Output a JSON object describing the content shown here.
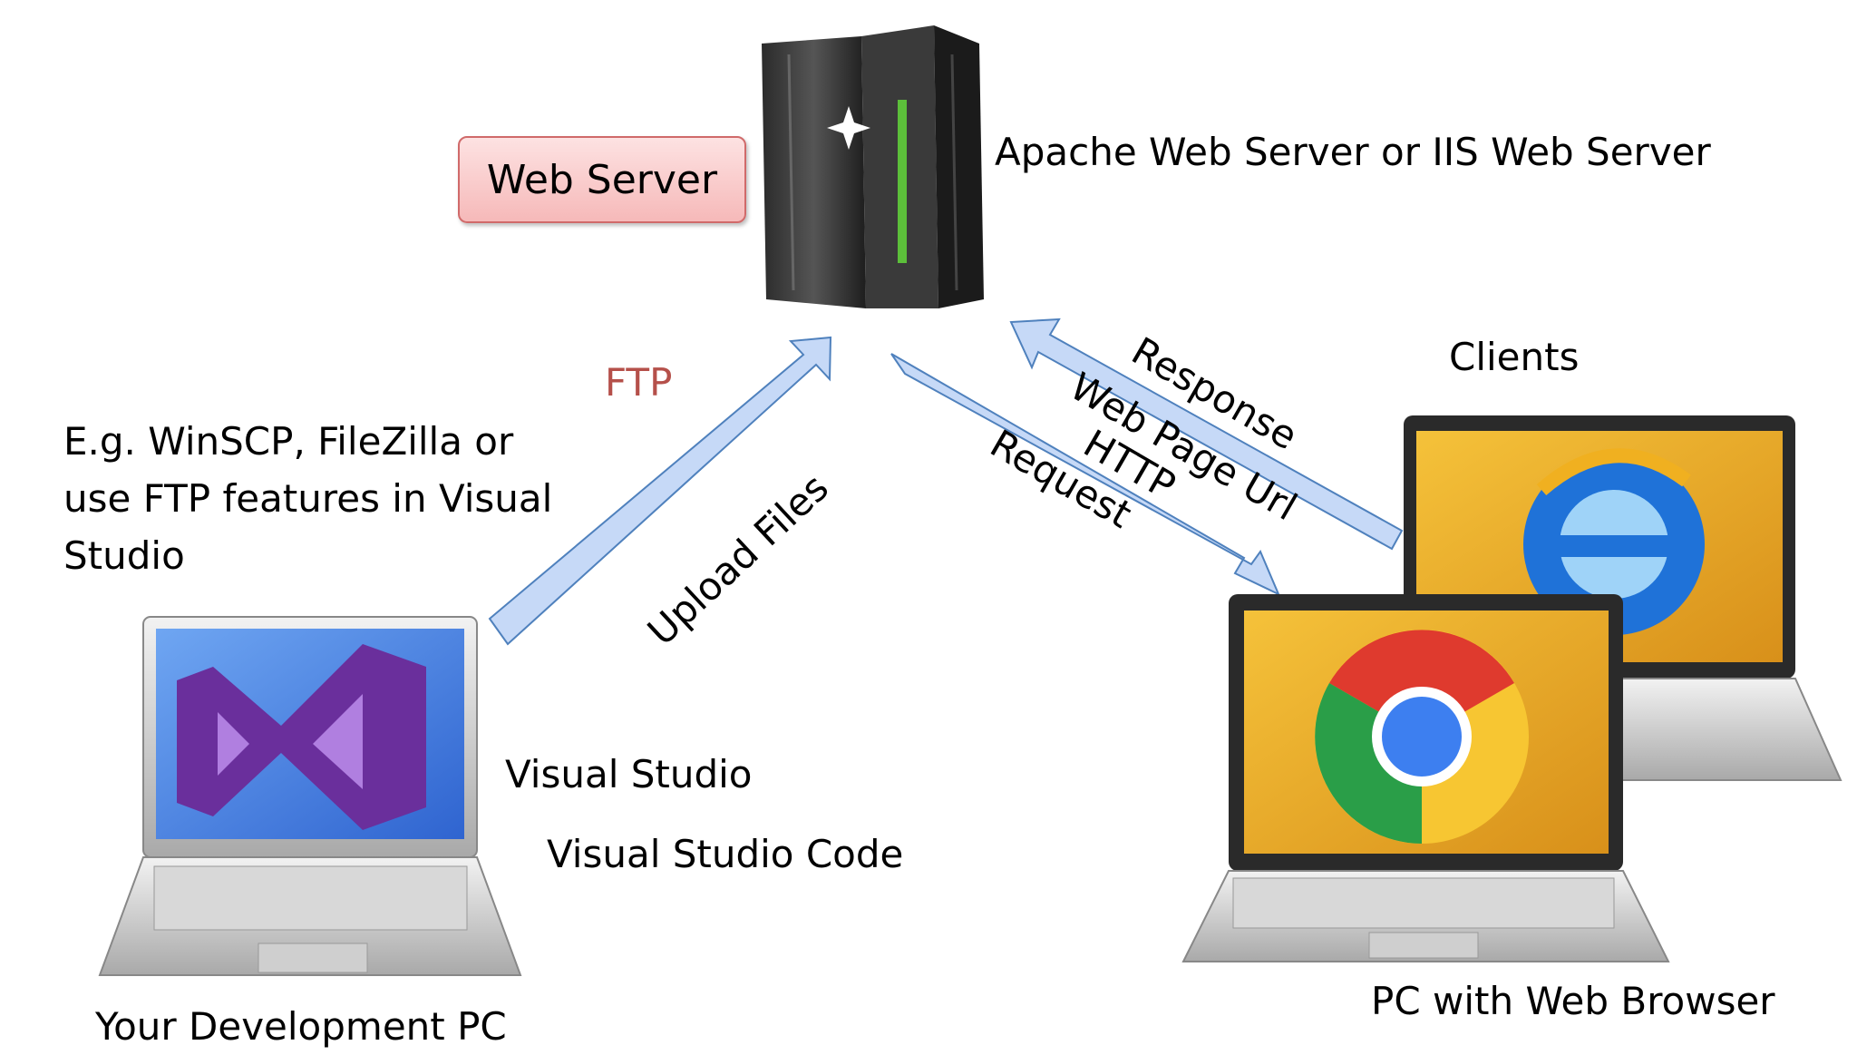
{
  "server": {
    "label": "Web Server",
    "description": "Apache Web Server or IIS Web Server"
  },
  "upload": {
    "protocol": "FTP",
    "arrow_label": "Upload Files",
    "tools_text": [
      "E.g. WinSCP, FileZilla or",
      "use FTP features in Visual",
      "Studio"
    ]
  },
  "dev_pc": {
    "label": "Your Development PC",
    "editors": [
      "Visual Studio",
      "Visual Studio Code"
    ]
  },
  "clients": {
    "label": "Clients",
    "pc_label": "PC with Web Browser",
    "request_label": "Request",
    "http_label": "HTTP",
    "url_label": "Web Page Url",
    "response_label": "Response"
  },
  "colors": {
    "arrow_fill": "#c6d9f7",
    "arrow_stroke": "#4f81bd",
    "ftp_text": "#b5504a",
    "label_box_border": "#d06a6a",
    "screen_dev": "#4a7fe0",
    "screen_client": "#e8a928"
  },
  "icons": [
    "server-icon",
    "visual-studio-logo-icon",
    "chrome-logo-icon",
    "internet-explorer-logo-icon",
    "laptop-icon"
  ]
}
